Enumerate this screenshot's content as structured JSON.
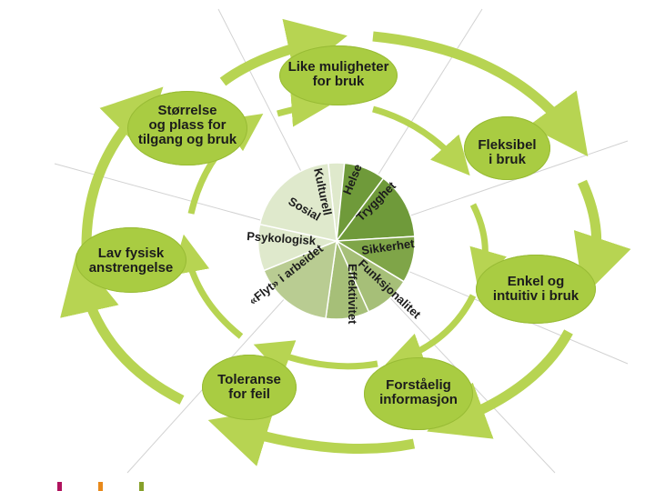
{
  "principles": [
    {
      "id": "equal-use",
      "label": "Like muligheter\nfor bruk"
    },
    {
      "id": "flexible",
      "label": "Fleksibel\ni bruk"
    },
    {
      "id": "simple-intuitive",
      "label": "Enkel og\nintuitiv i bruk"
    },
    {
      "id": "perceptible-info",
      "label": "Forståelig\ninformasjon"
    },
    {
      "id": "error-tolerance",
      "label": "Toleranse\nfor feil"
    },
    {
      "id": "low-effort",
      "label": "Lav fysisk\nanstrengelse"
    },
    {
      "id": "size-space",
      "label": "Størrelse\nog plass for\ntilgang og bruk"
    }
  ],
  "center_segments": [
    {
      "id": "kulturell",
      "label": "Kulturell"
    },
    {
      "id": "helse",
      "label": "Helse"
    },
    {
      "id": "trygghet",
      "label": "Trygghet"
    },
    {
      "id": "sikkerhet",
      "label": "Sikkerhet"
    },
    {
      "id": "funksjonalitet",
      "label": "Funksjonalitet"
    },
    {
      "id": "effektivitet",
      "label": "Effektivitet"
    },
    {
      "id": "flyt",
      "label": "«Flyt» i arbeidet"
    },
    {
      "id": "psykologisk",
      "label": "Psykologisk"
    },
    {
      "id": "sosial",
      "label": "Sosial"
    }
  ],
  "colors": {
    "ring": "#b7d452",
    "ring_dark": "#9fbd3a",
    "node": "#a9cc42",
    "sector_dark": "#6f9a3a",
    "sector_mid": "#a6bf78",
    "sector_light": "#dfe9cc",
    "brand_magenta": "#b0135e",
    "brand_orange": "#e8891b",
    "brand_green": "#86a02a"
  }
}
